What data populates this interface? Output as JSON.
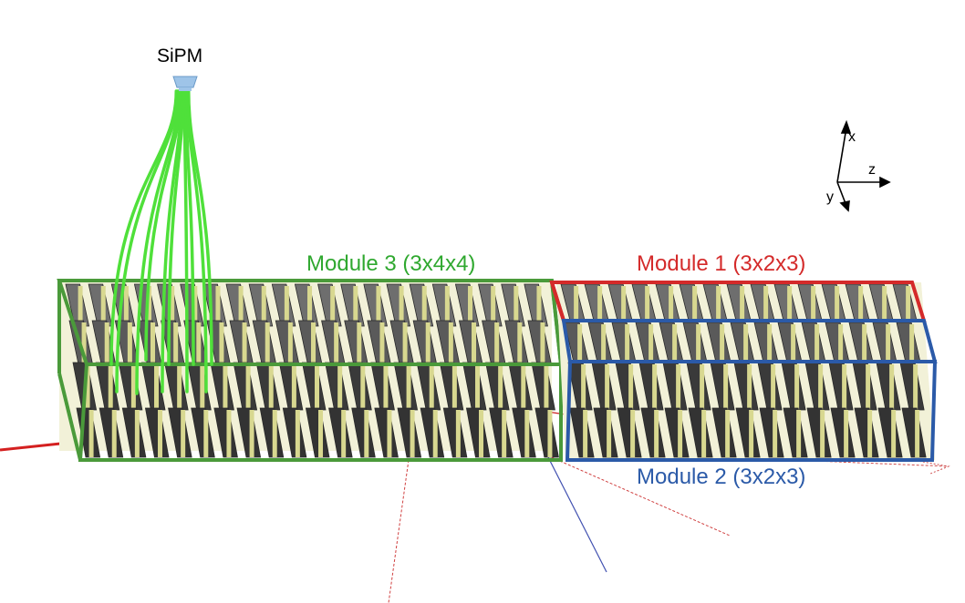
{
  "labels": {
    "sipm": "SiPM",
    "module3": "Module 3 (3x4x4)",
    "module1": "Module 1 (3x2x3)",
    "module2": "Module 2 (3x2x3)"
  },
  "axes": {
    "x": "x",
    "z": "z",
    "y": "y"
  },
  "colors": {
    "module3": "#2fa82f",
    "module3_frame": "#4a9a3a",
    "module1": "#d42a2a",
    "module2": "#2b5aa8",
    "fibers": "#4fe03a",
    "sipm": "#9ec4e8",
    "track": "#d42020"
  }
}
